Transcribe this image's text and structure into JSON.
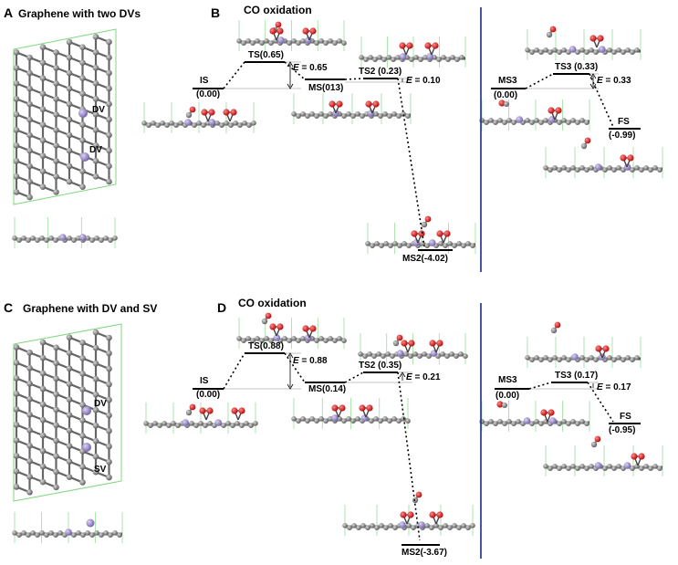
{
  "panel_a": {
    "letter": "A",
    "title": "Graphene with two DVs",
    "defect1": "DV",
    "defect2": "DV"
  },
  "panel_b": {
    "letter": "B",
    "title": "CO oxidation",
    "is": {
      "name": "IS",
      "value": "(0.00)"
    },
    "ts": {
      "name": "TS(0.65)"
    },
    "e1": {
      "sym": "E",
      "rest": " = 0.65"
    },
    "ms": {
      "name": "MS(013)"
    },
    "ts2": {
      "name": "TS2 (0.23)"
    },
    "e2": {
      "sym": "E",
      "rest": " = 0.10"
    },
    "ms2": {
      "name": "MS2(-4.02)"
    },
    "ms3": {
      "name": "MS3",
      "value": "(0.00)"
    },
    "ts3": {
      "name": "TS3 (0.33)"
    },
    "e3": {
      "sym": "E",
      "rest": " = 0.33"
    },
    "fs": {
      "name": "FS",
      "value": "(-0.99)"
    }
  },
  "panel_c": {
    "letter": "C",
    "title": "Graphene with DV and SV",
    "defect1": "DV",
    "defect2": "SV"
  },
  "panel_d": {
    "letter": "D",
    "title": "CO oxidation",
    "is": {
      "name": "IS",
      "value": "(0.00)"
    },
    "ts": {
      "name": "TS(0.88)"
    },
    "e1": {
      "sym": "E",
      "rest": " = 0.88"
    },
    "ms": {
      "name": "MS(0.14)"
    },
    "ts2": {
      "name": "TS2 (0.35)"
    },
    "e2": {
      "sym": "E",
      "rest": " = 0.21"
    },
    "ms2": {
      "name": "MS2(-3.67)"
    },
    "ms3": {
      "name": "MS3",
      "value": "(0.00)"
    },
    "ts3": {
      "name": "TS3 (0.17)"
    },
    "e3": {
      "sym": "E",
      "rest": " = 0.17"
    },
    "fs": {
      "name": "FS",
      "value": "(-0.95)"
    }
  },
  "colors": {
    "carbon": "#7a7a7a",
    "metal": "#9b8cc8",
    "oxygen": "#d81b1b",
    "cell": "#7fd87f",
    "divider": "#1c2a8c"
  }
}
